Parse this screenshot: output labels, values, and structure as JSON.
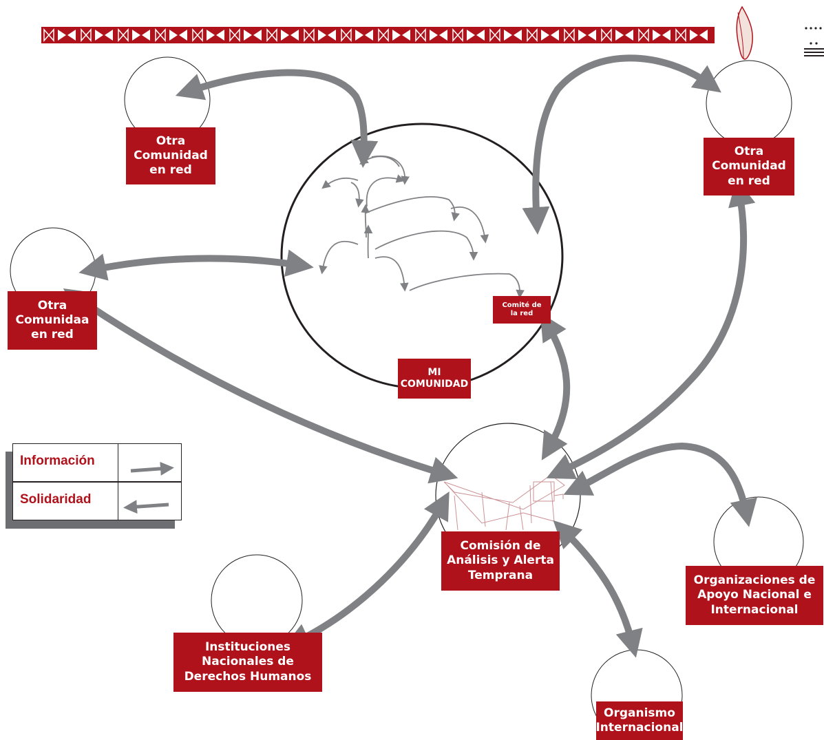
{
  "banner": {
    "pattern": "⋈ ▷◁ ⋈ ▷◁",
    "icon_name": "feather-quill-icon"
  },
  "corner_marks": {
    "dots": "....",
    "lines": "≡"
  },
  "nodes": {
    "otra_top_left": {
      "label": "Otra\nComunidad\nen red"
    },
    "otra_top_right": {
      "label": "Otra\nComunidad\nen red"
    },
    "otra_left": {
      "label": "Otra\nComunidaa\nen red"
    },
    "mi_comunidad": {
      "label": "MI\nCOMUNIDAD"
    },
    "comite": {
      "label": "Comité de\nla red"
    },
    "comision": {
      "label": "Comisión de\nAnálisis y Alerta\nTemprana",
      "icon_name": "sketch-illustration-icon"
    },
    "instituciones": {
      "label": "Instituciones\nNacionales de\nDerechos Humanos"
    },
    "organizaciones": {
      "label": "Organizaciones de\nApoyo Nacional e\nInternacional"
    },
    "organismo": {
      "label": "Organismo\nInternacional"
    }
  },
  "legend": {
    "rows": [
      {
        "label": "Información",
        "arrow": "right"
      },
      {
        "label": "Solidaridad",
        "arrow": "left"
      }
    ]
  },
  "colors": {
    "label_bg": "#b0121b",
    "label_text": "#ffffff",
    "arrow": "#808184",
    "circle": "#231f20",
    "legend_text": "#b0121b",
    "legend_shadow": "#6d6e71"
  }
}
